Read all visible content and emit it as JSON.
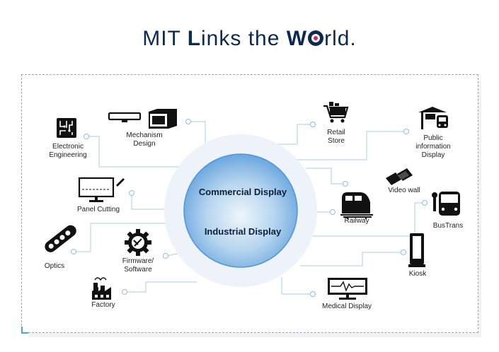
{
  "title": {
    "part1": "MIT ",
    "letter_l": "L",
    "part2": "inks the ",
    "letter_w": "W",
    "part3": "rld."
  },
  "center": {
    "line1": "Commercial Display",
    "line2": "Industrial Display"
  },
  "colors": {
    "line": "#9ec5dd",
    "circle_outer": "#eaf1f6",
    "circle_inner": "#7bb3e6",
    "icon": "#111111",
    "title": "#0b2a52",
    "accent": "#d2246e"
  },
  "nodes": [
    {
      "id": "electronic-engineering",
      "label": "Electronic\nEngineering",
      "icon": "circuit-board-icon"
    },
    {
      "id": "mechanism-design",
      "label": "Mechanism\nDesign",
      "icon": "enclosure-icon"
    },
    {
      "id": "panel-cutting",
      "label": "Panel Cutting",
      "icon": "panel-cutting-icon"
    },
    {
      "id": "optics",
      "label": "Optics",
      "icon": "optics-icon"
    },
    {
      "id": "firmware-software",
      "label": "Firmware/\nSoftware",
      "icon": "gear-icon"
    },
    {
      "id": "factory",
      "label": "Factory",
      "icon": "factory-icon"
    },
    {
      "id": "retail-store",
      "label": "Retail\nStore",
      "icon": "shopping-cart-icon"
    },
    {
      "id": "public-information-display",
      "label": "Public\ninformation\nDisplay",
      "icon": "station-icon"
    },
    {
      "id": "video-wall",
      "label": "Video wall",
      "icon": "video-wall-icon"
    },
    {
      "id": "railway",
      "label": "Railway",
      "icon": "train-icon"
    },
    {
      "id": "bustrans",
      "label": "BusTrans",
      "icon": "bus-icon"
    },
    {
      "id": "kiosk",
      "label": "Kiosk",
      "icon": "kiosk-icon"
    },
    {
      "id": "medical-display",
      "label": "Medical Display",
      "icon": "medical-monitor-icon"
    }
  ]
}
